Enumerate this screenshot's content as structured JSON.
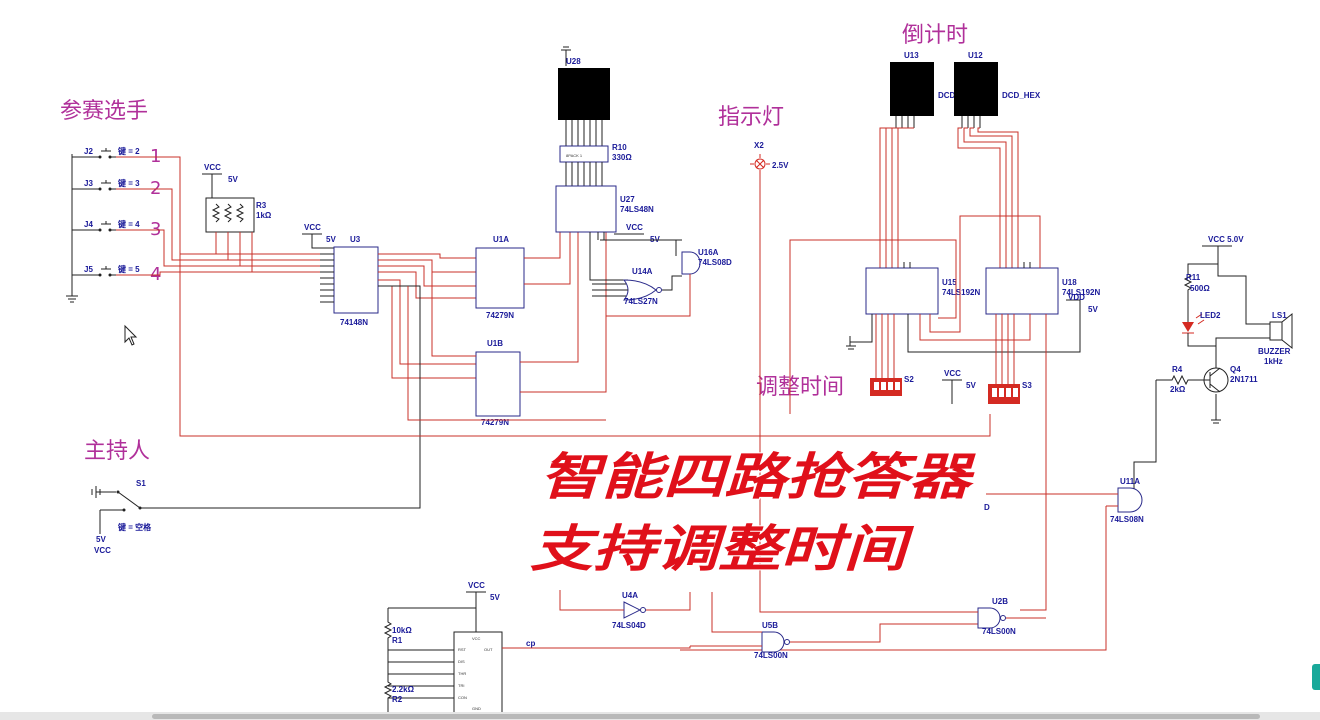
{
  "overlay": {
    "title_line1": "智能四路抢答器",
    "title_line2": "支持调整时间"
  },
  "sections": {
    "contestants": "参赛选手",
    "host": "主持人",
    "indicator": "指示灯",
    "countdown": "倒计时",
    "adjust_time": "调整时间"
  },
  "switches": [
    {
      "ref": "J2",
      "key": "键 = 2",
      "num": "1"
    },
    {
      "ref": "J3",
      "key": "键 = 3",
      "num": "2"
    },
    {
      "ref": "J4",
      "key": "键 = 4",
      "num": "3"
    },
    {
      "ref": "J5",
      "key": "键 = 5",
      "num": "4"
    }
  ],
  "host_switch": {
    "ref": "S1",
    "key": "键 = 空格",
    "vcc_val": "5V",
    "vcc": "VCC"
  },
  "components": {
    "u3": {
      "ref": "U3",
      "part": "74148N"
    },
    "u1a": {
      "ref": "U1A",
      "part": "74279N"
    },
    "u1b": {
      "ref": "U1B",
      "part": "74279N"
    },
    "u28": {
      "ref": "U28"
    },
    "r10": {
      "ref": "R10",
      "val": "330Ω",
      "inner": "8PACK 1"
    },
    "u27": {
      "ref": "U27",
      "part": "74LS48N"
    },
    "u16a": {
      "ref": "U16A",
      "part": "74LS08D"
    },
    "u14a": {
      "ref": "U14A",
      "part": "74LS27N"
    },
    "r3": {
      "ref": "R3",
      "val": "1kΩ"
    },
    "x2": {
      "ref": "X2",
      "val": "2.5V"
    },
    "u13": {
      "ref": "U13",
      "part": "DCD"
    },
    "u12": {
      "ref": "U12",
      "part": "DCD_HEX"
    },
    "u15": {
      "ref": "U15",
      "part": "74LS192N"
    },
    "u18": {
      "ref": "U18",
      "part": "74LS192N"
    },
    "s2": {
      "ref": "S2"
    },
    "s3": {
      "ref": "S3"
    },
    "r11": {
      "ref": "R11",
      "val": "500Ω"
    },
    "led2": {
      "ref": "LED2"
    },
    "ls1": {
      "ref": "LS1",
      "part": "BUZZER",
      "val": "1kHz"
    },
    "r4": {
      "ref": "R4",
      "val": "2kΩ"
    },
    "q4": {
      "ref": "Q4",
      "part": "2N1711"
    },
    "u11a": {
      "ref": "U11A",
      "part": "74LS08N"
    },
    "u4a": {
      "ref": "U4A",
      "part": "74LS04D"
    },
    "u5b": {
      "ref": "U5B",
      "part": "74LS00N"
    },
    "u2b": {
      "ref": "U2B",
      "part": "74LS00N"
    },
    "r1": {
      "ref": "R1",
      "val": "10kΩ"
    },
    "r2": {
      "ref": "R2",
      "val": "2.2kΩ"
    }
  },
  "power": {
    "vcc": "VCC",
    "v5": "5V",
    "vdd": "VDD",
    "vcc_5v0": "VCC 5.0V"
  },
  "nets": {
    "cp": "cp",
    "d": "D"
  },
  "timer_pins": [
    "VCC",
    "RST",
    "DIS",
    "THR",
    "TRI",
    "CON",
    "GND",
    "OUT"
  ],
  "colors": {
    "title": "#e0101a",
    "section_label": "#b0309a",
    "wire_red": "#c8302a",
    "part_label": "#1a1a99",
    "dip_switch": "#d42a22"
  }
}
